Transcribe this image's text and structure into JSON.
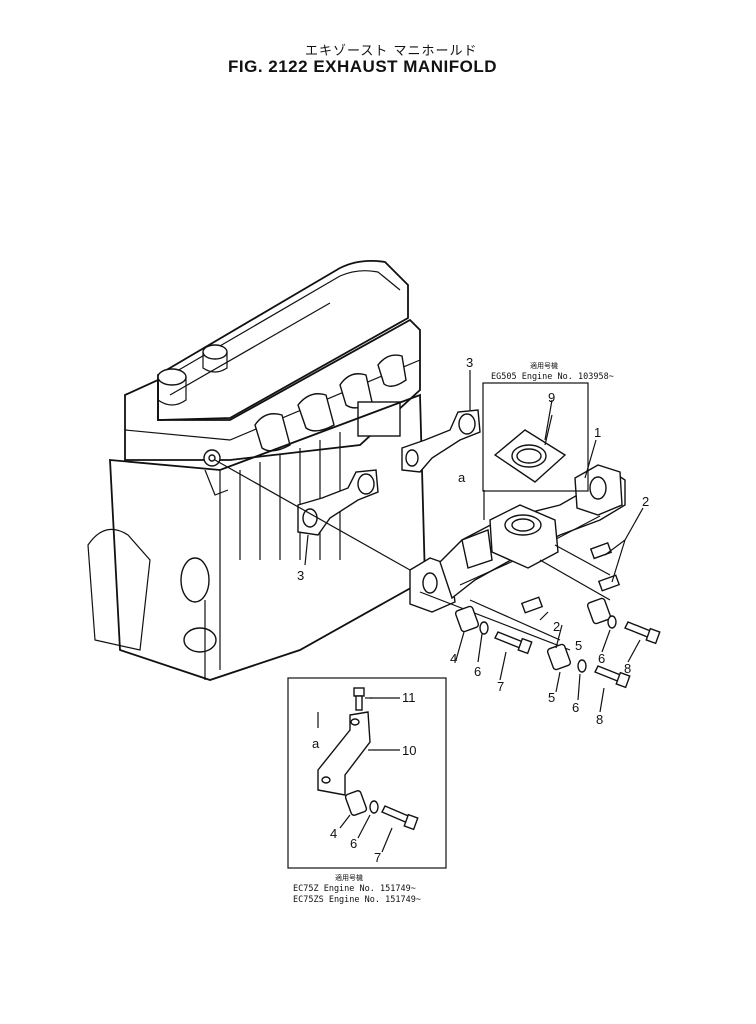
{
  "header": {
    "jp_title": "エキゾースト マニホールド",
    "title": "FIG. 2122  EXHAUST MANIFOLD"
  },
  "callouts": {
    "c1": "1",
    "c2a": "2",
    "c2b": "2",
    "c3a": "3",
    "c3b": "3",
    "c4a": "4",
    "c4b": "4",
    "c5a": "5",
    "c5b": "5",
    "c6a": "6",
    "c6b": "6",
    "c6c": "6",
    "c6d": "6",
    "c7a": "7",
    "c7b": "7",
    "c8a": "8",
    "c8b": "8",
    "c9": "9",
    "c10": "10",
    "c11": "11",
    "a1": "a",
    "a2": "a"
  },
  "inset_top": {
    "jp": "適用号機",
    "line1": "EG505  Engine  No. 103958~"
  },
  "inset_bottom": {
    "jp": "適用号機",
    "line1": "EC75Z   Engine  No. 151749~",
    "line2": "EC75ZS  Engine  No. 151749~"
  }
}
